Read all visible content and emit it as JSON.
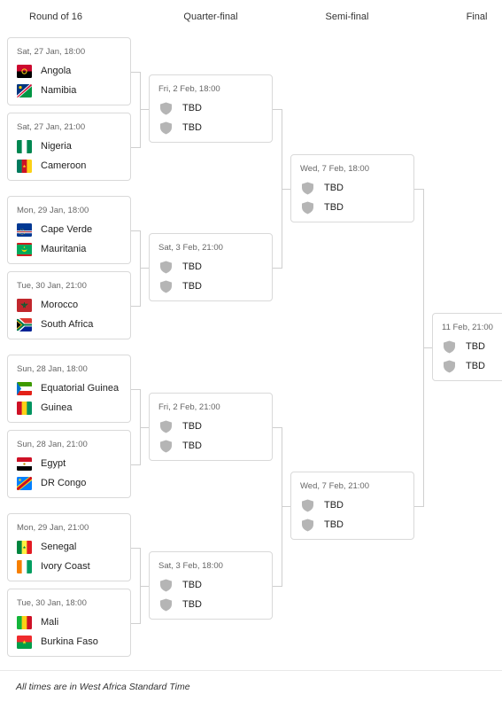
{
  "headers": {
    "round_of_16": "Round of 16",
    "quarter_final": "Quarter-final",
    "semi_final": "Semi-final",
    "final": "Final"
  },
  "r16": [
    {
      "date": "Sat, 27 Jan, 18:00",
      "team1": "Angola",
      "team2": "Namibia",
      "flag1": "angola-flag-icon",
      "flag2": "namibia-flag-icon"
    },
    {
      "date": "Sat, 27 Jan, 21:00",
      "team1": "Nigeria",
      "team2": "Cameroon",
      "flag1": "nigeria-flag-icon",
      "flag2": "cameroon-flag-icon"
    },
    {
      "date": "Mon, 29 Jan, 18:00",
      "team1": "Cape Verde",
      "team2": "Mauritania",
      "flag1": "cape-verde-flag-icon",
      "flag2": "mauritania-flag-icon"
    },
    {
      "date": "Tue, 30 Jan, 21:00",
      "team1": "Morocco",
      "team2": "South Africa",
      "flag1": "morocco-flag-icon",
      "flag2": "south-africa-flag-icon"
    },
    {
      "date": "Sun, 28 Jan, 18:00",
      "team1": "Equatorial Guinea",
      "team2": "Guinea",
      "flag1": "equatorial-guinea-flag-icon",
      "flag2": "guinea-flag-icon"
    },
    {
      "date": "Sun, 28 Jan, 21:00",
      "team1": "Egypt",
      "team2": "DR Congo",
      "flag1": "egypt-flag-icon",
      "flag2": "dr-congo-flag-icon"
    },
    {
      "date": "Mon, 29 Jan, 21:00",
      "team1": "Senegal",
      "team2": "Ivory Coast",
      "flag1": "senegal-flag-icon",
      "flag2": "ivory-coast-flag-icon"
    },
    {
      "date": "Tue, 30 Jan, 18:00",
      "team1": "Mali",
      "team2": "Burkina Faso",
      "flag1": "mali-flag-icon",
      "flag2": "burkina-faso-flag-icon"
    }
  ],
  "qf": [
    {
      "date": "Fri, 2 Feb, 18:00",
      "team1": "TBD",
      "team2": "TBD"
    },
    {
      "date": "Sat, 3 Feb, 21:00",
      "team1": "TBD",
      "team2": "TBD"
    },
    {
      "date": "Fri, 2 Feb, 21:00",
      "team1": "TBD",
      "team2": "TBD"
    },
    {
      "date": "Sat, 3 Feb, 18:00",
      "team1": "TBD",
      "team2": "TBD"
    }
  ],
  "sf": [
    {
      "date": "Wed, 7 Feb, 18:00",
      "team1": "TBD",
      "team2": "TBD"
    },
    {
      "date": "Wed, 7 Feb, 21:00",
      "team1": "TBD",
      "team2": "TBD"
    }
  ],
  "final": {
    "date": "11 Feb, 21:00",
    "team1": "TBD",
    "team2": "TBD"
  },
  "placeholder_icon": "shield-icon",
  "footnote": "All times are in West Africa Standard Time",
  "colors": {
    "card_border": "#d9d9d9",
    "connector": "#cfcfcf",
    "shield": "#b5b5b5"
  }
}
